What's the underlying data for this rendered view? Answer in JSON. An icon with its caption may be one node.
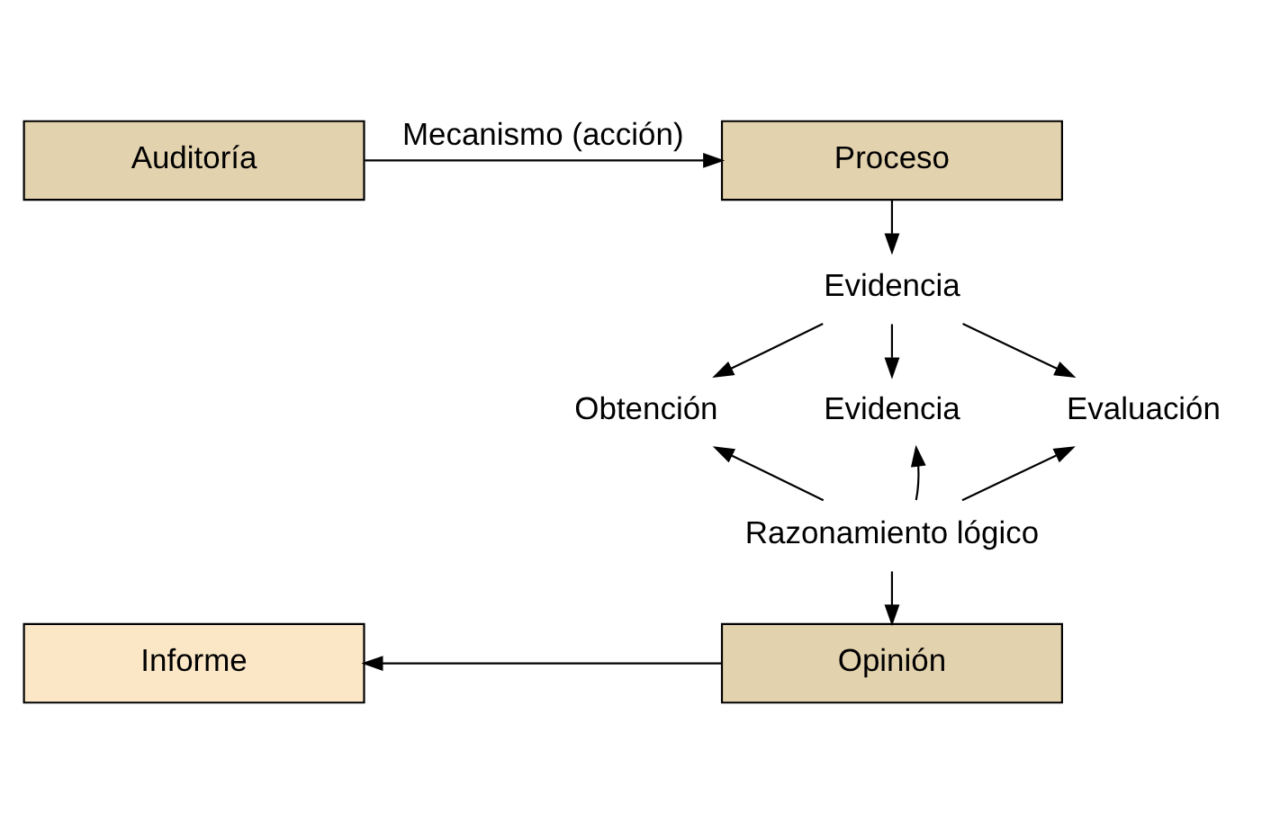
{
  "diagram": {
    "nodes": [
      {
        "text": [
          "Auditoría"
        ]
      },
      {
        "text": [
          "Proceso"
        ]
      },
      {
        "text": [
          "Evidencia"
        ]
      },
      {
        "text": [
          "Obtención"
        ]
      },
      {
        "text": [
          "Evidencia"
        ]
      },
      {
        "text": [
          "Evaluación"
        ]
      },
      {
        "text": [
          "Razonamiento lógico"
        ]
      },
      {
        "text": [
          "Informe"
        ]
      },
      {
        "text": [
          "Opinión"
        ]
      }
    ],
    "edges": [
      {
        "from": 0,
        "to": 1,
        "arrow": "to",
        "label": "Mecanismo (acción)"
      },
      {
        "from": 1,
        "to": 2,
        "arrow": "to"
      },
      {
        "from": 2,
        "to": 3,
        "arrow": "to"
      },
      {
        "from": 2,
        "to": 4,
        "arrow": "to"
      },
      {
        "from": 2,
        "to": 5,
        "arrow": "to"
      },
      {
        "from": 6,
        "to": 3,
        "arrow": "to"
      },
      {
        "from": 6,
        "to": 4,
        "arrow": "to"
      },
      {
        "from": 6,
        "to": 5,
        "arrow": "to"
      },
      {
        "from": 6,
        "to": 8,
        "arrow": "to"
      },
      {
        "from": 8,
        "to": 7,
        "arrow": "to"
      }
    ]
  }
}
